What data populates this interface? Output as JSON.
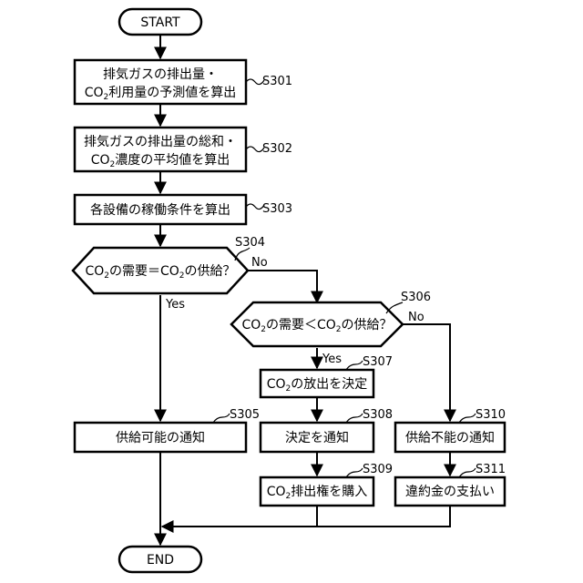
{
  "nodes": {
    "start": "START",
    "s301_line1": "排気ガスの排出量・",
    "s301_line2_pre": "CO",
    "s301_line2_sub": "2",
    "s301_line2_post": "利用量の予測値を算出",
    "s302_line1": "排気ガスの排出量の総和・",
    "s302_line2_pre": "CO",
    "s302_line2_sub": "2",
    "s302_line2_post": "濃度の平均値を算出",
    "s303": "各設備の稼働条件を算出",
    "s304_a": "CO",
    "s304_b": "2",
    "s304_c": "の需要＝CO",
    "s304_d": "2",
    "s304_e": "の供給？",
    "s305": "供給可能の通知",
    "s306_a": "CO",
    "s306_b": "2",
    "s306_c": "の需要＜CO",
    "s306_d": "2",
    "s306_e": "の供給？",
    "s307_a": "CO",
    "s307_b": "2",
    "s307_c": "の放出を決定",
    "s308": "決定を通知",
    "s309_a": "CO",
    "s309_b": "2",
    "s309_c": "排出権を購入",
    "s310": "供給不能の通知",
    "s311": "違約金の支払い",
    "end": "END"
  },
  "step_labels": {
    "s301": "S301",
    "s302": "S302",
    "s303": "S303",
    "s304": "S304",
    "s305": "S305",
    "s306": "S306",
    "s307": "S307",
    "s308": "S308",
    "s309": "S309",
    "s310": "S310",
    "s311": "S311"
  },
  "branches": {
    "s304_yes": "Yes",
    "s304_no": "No",
    "s306_yes": "Yes",
    "s306_no": "No"
  }
}
